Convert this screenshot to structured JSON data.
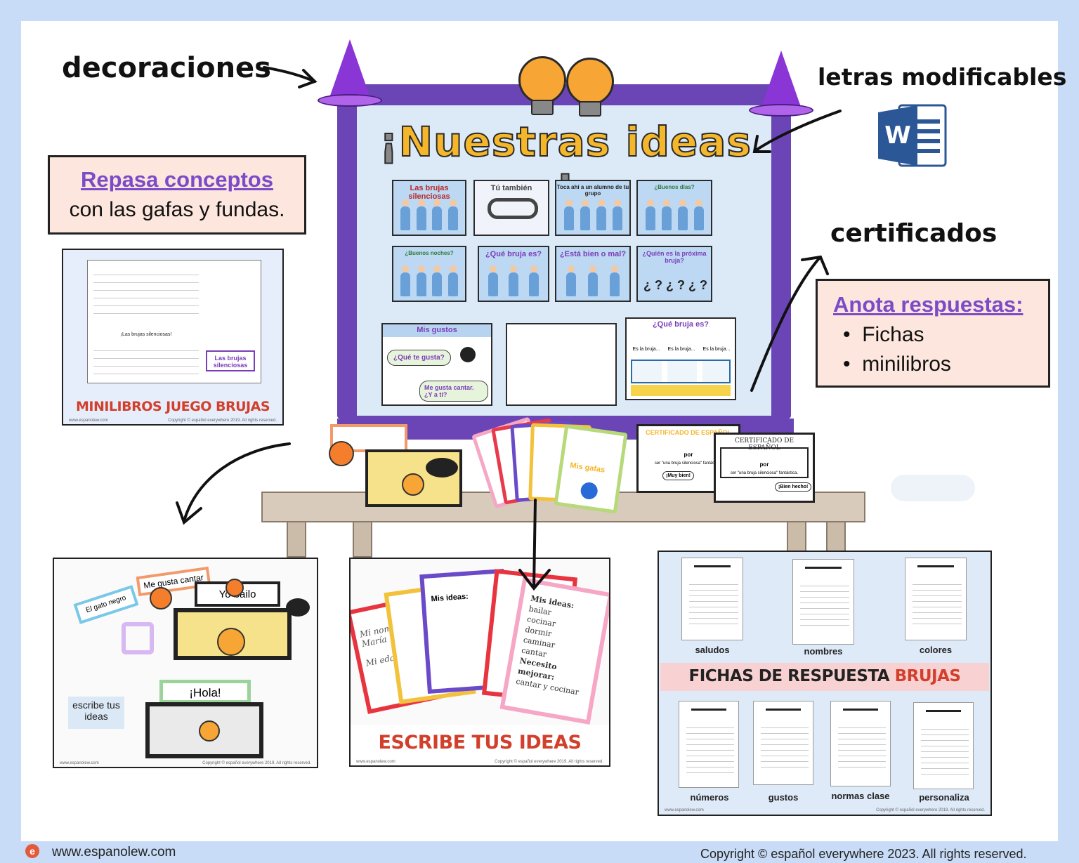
{
  "callouts": {
    "decoraciones": "decoraciones",
    "letras": "letras modificables",
    "certificados": "certificados"
  },
  "note_left": {
    "link": "Repasa conceptos",
    "text": "con las gafas y fundas."
  },
  "note_right": {
    "link": "Anota respuestas:",
    "items": [
      "Fichas",
      "minilibros"
    ]
  },
  "board": {
    "title_open": "¡",
    "title": "Nuestras ideas",
    "title_close": "!",
    "cards": [
      "Las brujas silenciosas",
      "Tú también",
      "Toca ahí a un alumno de tu grupo",
      "¿Buenos días?",
      "¿Buenos noches?",
      "¿Qué bruja es?",
      "¿Está bien o mal?",
      "¿Quién es la próxima bruja?",
      "Mis gustos",
      "",
      "¿Qué bruja es?"
    ],
    "gustos_q": "¿Qué te gusta?",
    "gustos_a": "Me gusta cantar. ¿Y a ti?",
    "bruja_slots": [
      "Es la bruja...",
      "Es la bruja...",
      "Es la bruja..."
    ]
  },
  "minilibros": {
    "caption": "MINILIBROS JUEGO BRUJAS",
    "header": "¡Las brujas silenciosas!",
    "inner": "Las brujas silenciosas",
    "site": "www.espanolew.com",
    "copyright": "Copyright © español everywhere 2019. All rights reserved."
  },
  "photo_left": {
    "labels": [
      "Me gusta cantar",
      "El gato negro",
      "Yo bailo",
      "¡Hola!"
    ],
    "note": "escribe tus ideas",
    "site": "www.espanolew.com",
    "copyright": "Copyright © español everywhere 2019. All rights reserved."
  },
  "photo_mid": {
    "caption": "ESCRIBE TUS IDEAS",
    "cards": [
      "Mi nombre: María",
      "Mis ideas:",
      "Mi edad: nueve",
      "Mis ideas:"
    ],
    "list": [
      "bailar",
      "cocinar",
      "dormir",
      "caminar",
      "cantar",
      "Necesito mejorar:",
      "cantar y cocinar"
    ],
    "site": "www.espanolew.com",
    "copyright": "Copyright © español everywhere 2019. All rights reserved."
  },
  "fichas": {
    "title_a": "FICHAS DE RESPUESTA",
    "title_b": "BRUJAS",
    "top": [
      "saludos",
      "nombres",
      "colores"
    ],
    "bottom": [
      "números",
      "gustos",
      "normas clase",
      "personaliza"
    ],
    "site": "www.espanolew.com",
    "copyright": "Copyright © español everywhere 2019. All rights reserved."
  },
  "certs": {
    "a_head": "CERTIFICADO DE ESPAÑOL",
    "b_head": "CERTIFICADO DE ESPAÑOL",
    "por": "por",
    "a_line": "ser \"una bruja silenciosa\" fantástica.",
    "b_line": "ser \"una bruja silenciosa\" fantástica.",
    "a_bubble": "¡Muy bien!",
    "b_bubble": "¡Bien hecho!"
  },
  "table_items": {
    "gafas": "Mis gafas"
  },
  "footer": {
    "site": "www.espanolew.com",
    "copyright": "Copyright © español everywhere 2023. All rights reserved."
  },
  "colors": {
    "background": "#c9dcf7",
    "board": "#6b45b6",
    "accent_title": "#f4b62a",
    "link": "#7a4cc8",
    "caption_red": "#d2402c",
    "note_bg": "#fde6dd"
  },
  "icons": [
    "witch-hat-icon",
    "lightbulb-icon",
    "word-document-icon",
    "spider-icon",
    "pumpkin-icon"
  ]
}
